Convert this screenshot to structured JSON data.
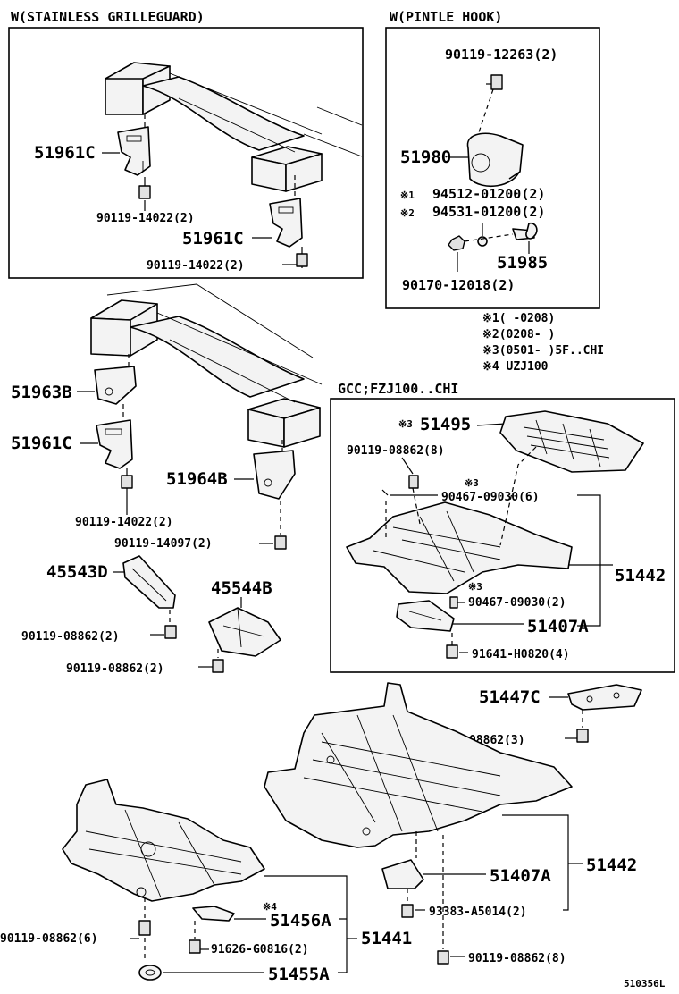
{
  "sections": {
    "grilleguard": "W(STAINLESS GRILLEGUARD)",
    "pintle": "W(PINTLE HOOK)",
    "gcc": "GCC;FZJ100..CHI"
  },
  "notes": {
    "n1": "※1(      -0208)",
    "n2": "※2(0208-      )",
    "n3": "※3(0501-      )5F..CHI",
    "n4": "※4 UZJ100"
  },
  "parts": {
    "p51961C_a": "51961C",
    "p90119_14022_a": "90119-14022(2)",
    "p51961C_b": "51961C",
    "p90119_14022_b": "90119-14022(2)",
    "p90119_12263": "90119-12263(2)",
    "p51980": "51980",
    "p94512": "94512-01200(2)",
    "p94531": "94531-01200(2)",
    "p51985": "51985",
    "p90170": "90170-12018(2)",
    "m1": "※1",
    "m2": "※2",
    "p51963B": "51963B",
    "p51961C_c": "51961C",
    "p90119_14022_c": "90119-14022(2)",
    "p51964B": "51964B",
    "p90119_14097": "90119-14097(2)",
    "p45543D": "45543D",
    "p45544B": "45544B",
    "p90119_08862_a": "90119-08862(2)",
    "p90119_08862_b": "90119-08862(2)",
    "m3a": "※3",
    "p51495": "51495",
    "p90119_08862_8a": "90119-08862(8)",
    "m3b": "※3",
    "p90467_a": "90467-09030(6)",
    "p51442_a": "51442",
    "m3c": "※3",
    "p90467_b": "90467-09030(2)",
    "p51407A_a": "51407A",
    "p91641": "91641-H0820(4)",
    "p51447C": "51447C",
    "p90119_08862_3": "90119-08862(3)",
    "p51407A_b": "51407A",
    "p51442_b": "51442",
    "p93383": "93383-A5014(2)",
    "p90119_08862_6": "90119-08862(6)",
    "m4": "※4",
    "p51456A": "51456A",
    "p91626": "91626-G0816(2)",
    "p51441": "51441",
    "p90119_08862_8b": "90119-08862(8)",
    "p51455A": "51455A"
  },
  "figure_code": "510356L"
}
